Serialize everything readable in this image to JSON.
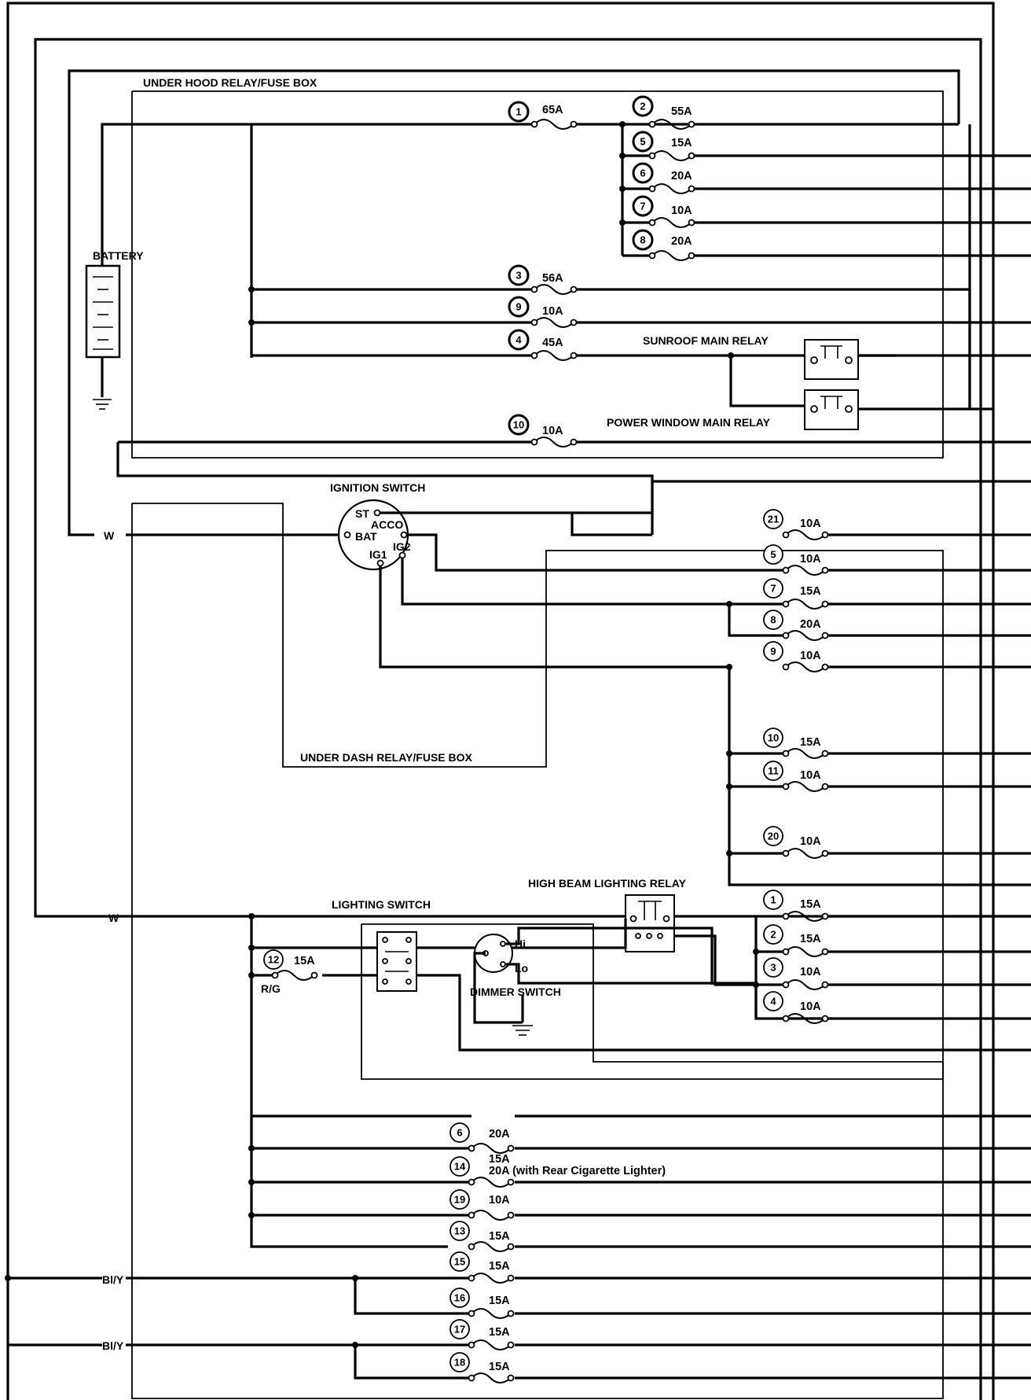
{
  "labels": {
    "under_hood_box": "UNDER HOOD RELAY/FUSE BOX",
    "battery": "BATTERY",
    "sunroof_relay": "SUNROOF MAIN RELAY",
    "power_window_relay": "POWER WINDOW MAIN RELAY",
    "ignition_switch": "IGNITION SWITCH",
    "under_dash_box": "UNDER DASH RELAY/FUSE BOX",
    "lighting_switch": "LIGHTING SWITCH",
    "high_beam_relay": "HIGH BEAM LIGHTING RELAY",
    "dimmer_switch": "DIMMER SWITCH",
    "hi": "Hi",
    "lo": "Lo",
    "ign_st": "ST",
    "ign_acco": "ACCO",
    "ign_bat": "BAT",
    "ign_ig1": "IG1",
    "ign_ig2": "IG2",
    "wire_w_upper": "W",
    "wire_w_lower": "W",
    "wire_rg": "R/G",
    "wire_bly_1": "Bl/Y",
    "wire_bly_2": "Bl/Y"
  },
  "under_hood_fuses": [
    {
      "num": "1",
      "rating": "65A"
    },
    {
      "num": "2",
      "rating": "55A"
    },
    {
      "num": "5",
      "rating": "15A"
    },
    {
      "num": "6",
      "rating": "20A"
    },
    {
      "num": "7",
      "rating": "10A"
    },
    {
      "num": "8",
      "rating": "20A"
    },
    {
      "num": "3",
      "rating": "56A"
    },
    {
      "num": "9",
      "rating": "10A"
    },
    {
      "num": "4",
      "rating": "45A"
    },
    {
      "num": "10",
      "rating": "10A"
    }
  ],
  "under_dash_fuses": [
    {
      "num": "21",
      "rating": "10A"
    },
    {
      "num": "5",
      "rating": "10A"
    },
    {
      "num": "7",
      "rating": "15A"
    },
    {
      "num": "8",
      "rating": "20A"
    },
    {
      "num": "9",
      "rating": "10A"
    },
    {
      "num": "10",
      "rating": "15A"
    },
    {
      "num": "11",
      "rating": "10A"
    },
    {
      "num": "20",
      "rating": "10A"
    },
    {
      "num": "1",
      "rating": "15A"
    },
    {
      "num": "2",
      "rating": "15A"
    },
    {
      "num": "3",
      "rating": "10A"
    },
    {
      "num": "4",
      "rating": "10A"
    },
    {
      "num": "12",
      "rating": "15A"
    },
    {
      "num": "6",
      "rating": "20A"
    },
    {
      "num": "14",
      "rating": "15A",
      "alt_rating": "20A (with Rear Cigarette Lighter)"
    },
    {
      "num": "19",
      "rating": "10A"
    },
    {
      "num": "13",
      "rating": "15A"
    },
    {
      "num": "15",
      "rating": "15A"
    },
    {
      "num": "16",
      "rating": "15A"
    },
    {
      "num": "17",
      "rating": "15A"
    },
    {
      "num": "18",
      "rating": "15A"
    }
  ]
}
